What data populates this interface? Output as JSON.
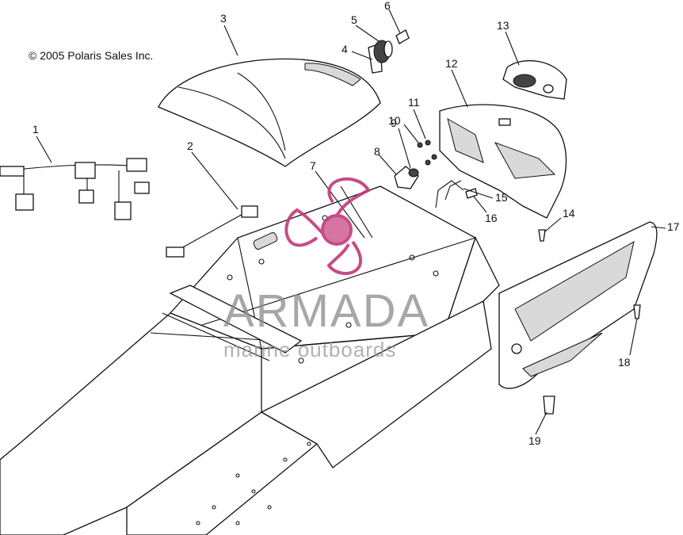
{
  "copyright": "© 2005 Polaris Sales Inc.",
  "watermark": {
    "brand": "ARMADA",
    "tagline": "marine outboards",
    "accent_color": "#c0397a"
  },
  "callouts": [
    "1",
    "2",
    "3",
    "4",
    "5",
    "6",
    "7",
    "8",
    "9",
    "10",
    "11",
    "12",
    "13",
    "14",
    "15",
    "16",
    "17",
    "18",
    "19"
  ]
}
